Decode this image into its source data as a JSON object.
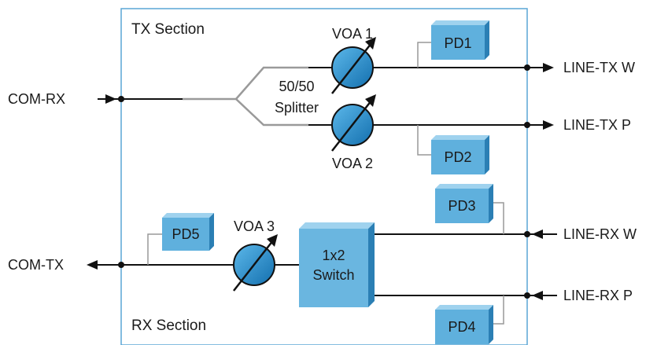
{
  "colors": {
    "box_border": "#5aa6d6",
    "fiber_main": "#111111",
    "fiber_split": "#9a9a9a",
    "pd_front": "#5fb0dd",
    "pd_side": "#2b7fb4",
    "pd_top": "#9fd2ee",
    "voa_fill": "#1f86c8",
    "switch_front": "#6ab6e0"
  },
  "sections": {
    "tx": "TX Section",
    "rx": "RX Section"
  },
  "ports": {
    "com_rx": "COM-RX",
    "com_tx": "COM-TX",
    "line_tx_w": "LINE-TX W",
    "line_tx_p": "LINE-TX P",
    "line_rx_w": "LINE-RX W",
    "line_rx_p": "LINE-RX P"
  },
  "components": {
    "voa1": "VOA 1",
    "voa2": "VOA 2",
    "voa3": "VOA 3",
    "splitter_line1": "50/50",
    "splitter_line2": "Splitter",
    "switch_line1": "1x2",
    "switch_line2": "Switch",
    "pd1": "PD1",
    "pd2": "PD2",
    "pd3": "PD3",
    "pd4": "PD4",
    "pd5": "PD5"
  },
  "icons": {
    "voa": "variable-optical-attenuator-icon",
    "pd": "photodiode-block-icon",
    "arrow": "arrowhead-icon",
    "junction": "junction-dot-icon"
  }
}
